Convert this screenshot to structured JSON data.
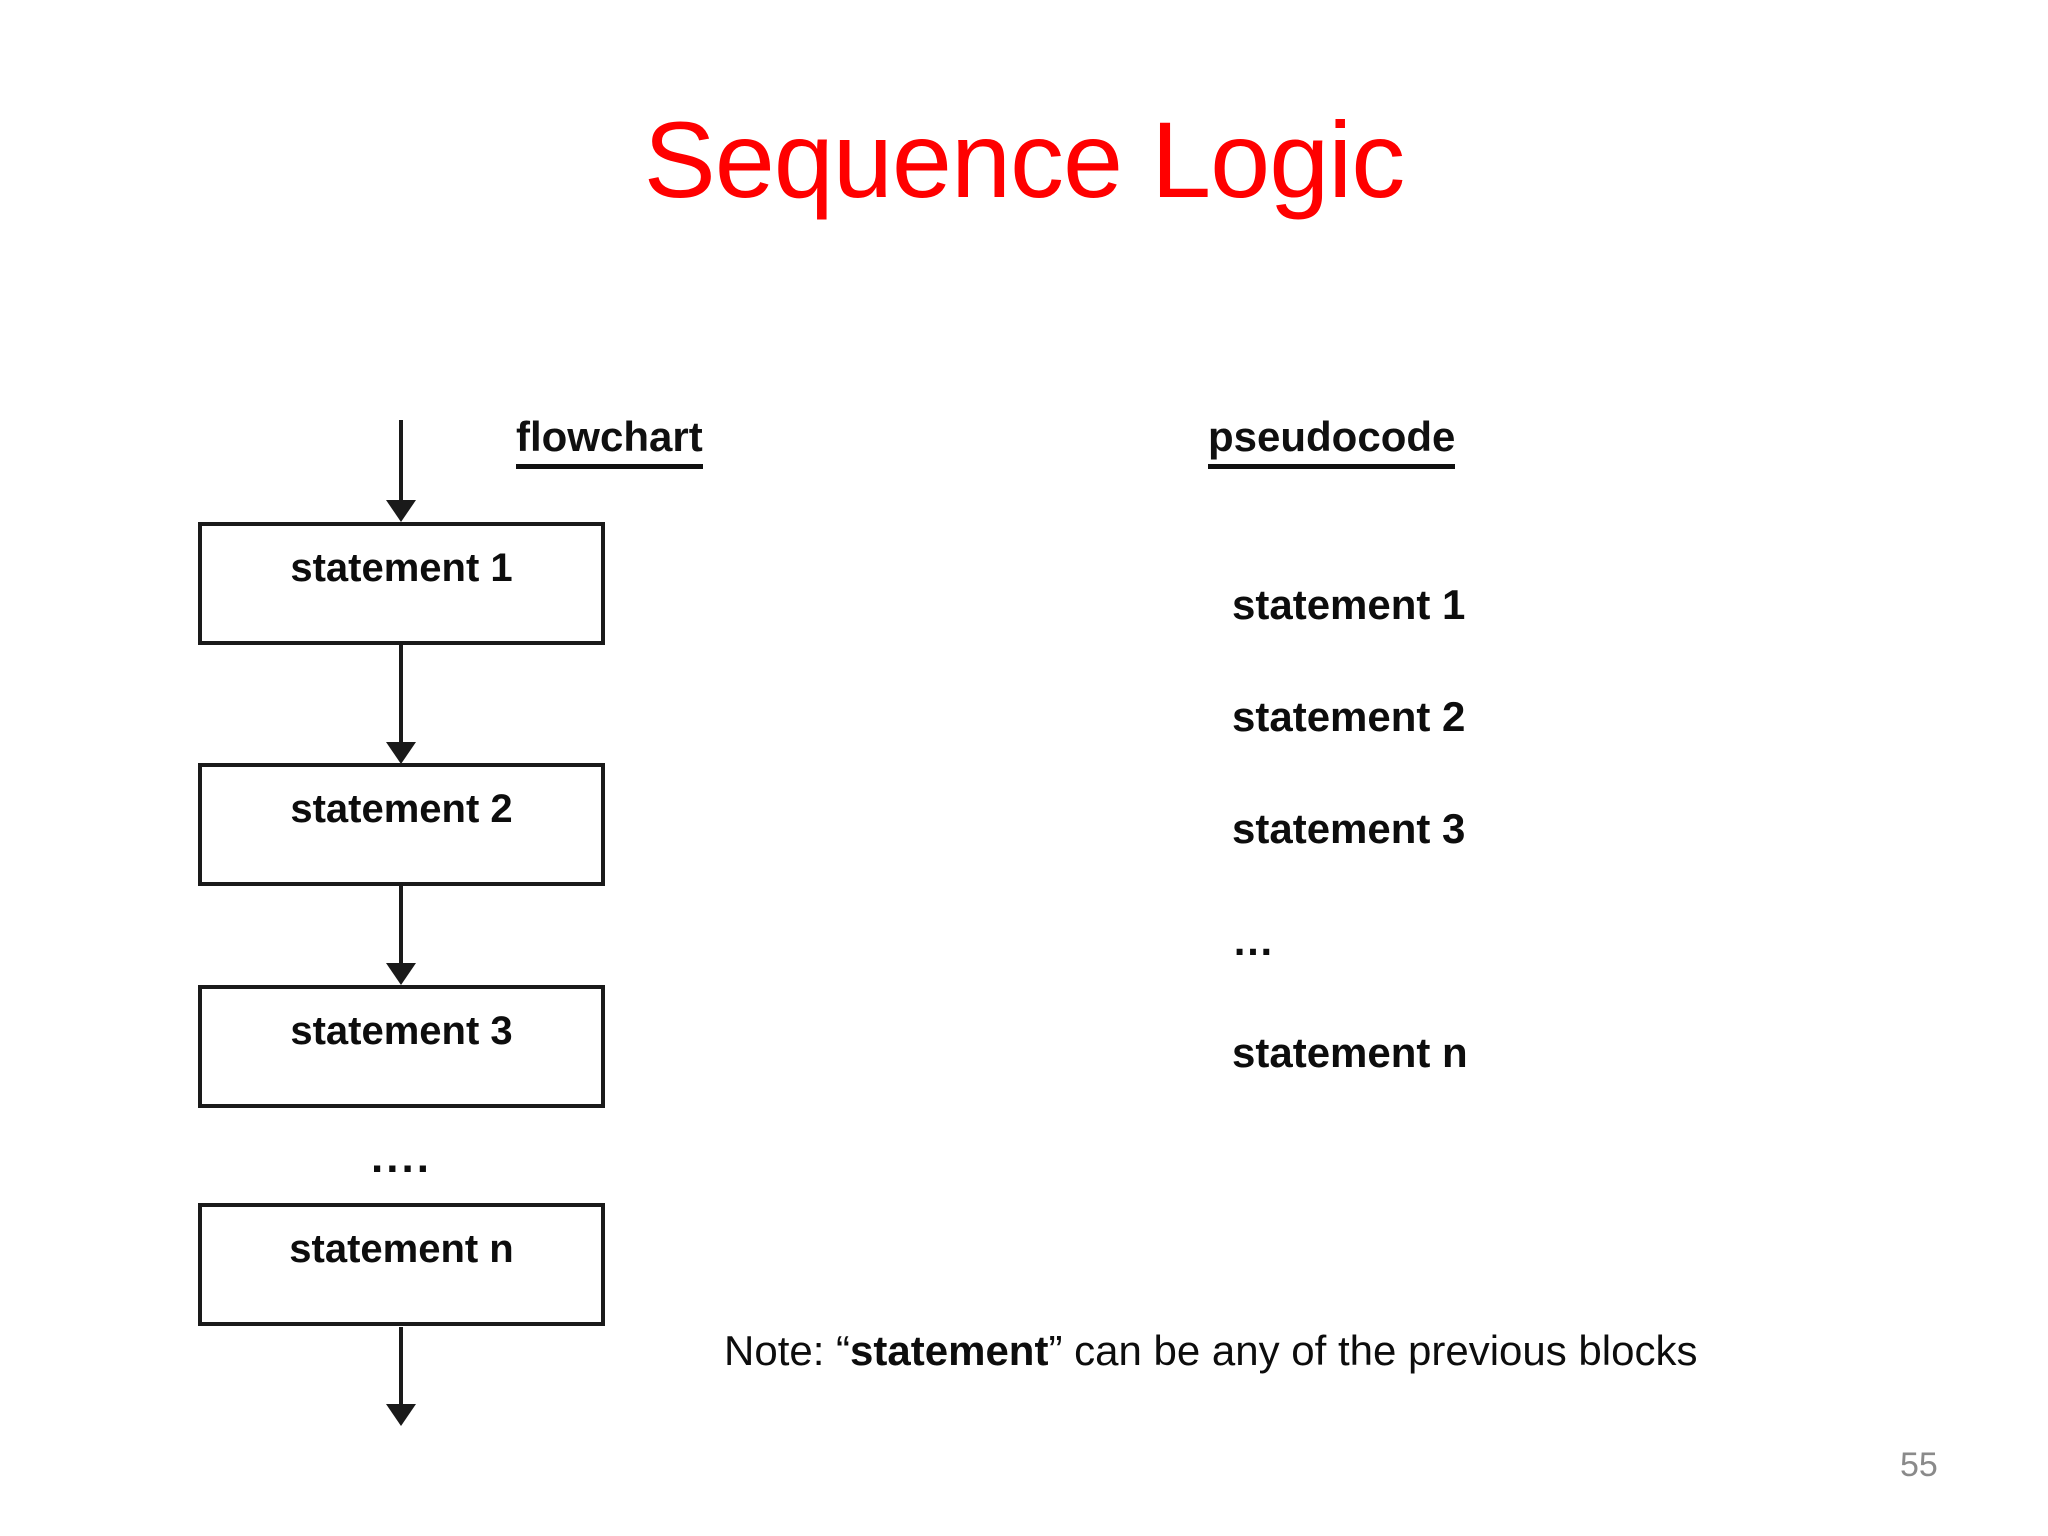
{
  "slide": {
    "title": "Sequence Logic",
    "title_color": "#FF0000",
    "page_number": "55",
    "background_color": "#FFFFFF"
  },
  "columns": {
    "flowchart": {
      "heading": "flowchart"
    },
    "pseudocode": {
      "heading": "pseudocode"
    }
  },
  "flowchart": {
    "boxes": [
      {
        "label": "statement 1"
      },
      {
        "label": "statement 2"
      },
      {
        "label": "statement 3"
      },
      {
        "label": "statement n"
      }
    ],
    "ellipsis": "....",
    "stroke_color": "#1A1A1A"
  },
  "pseudocode": {
    "items": [
      {
        "text": "statement 1"
      },
      {
        "text": "statement 2"
      },
      {
        "text": "statement 3"
      },
      {
        "text": "…"
      },
      {
        "text": "statement n"
      }
    ]
  },
  "note": {
    "prefix": "Note: “",
    "emphasis": "statement",
    "suffix": "” can be any of the previous blocks"
  }
}
